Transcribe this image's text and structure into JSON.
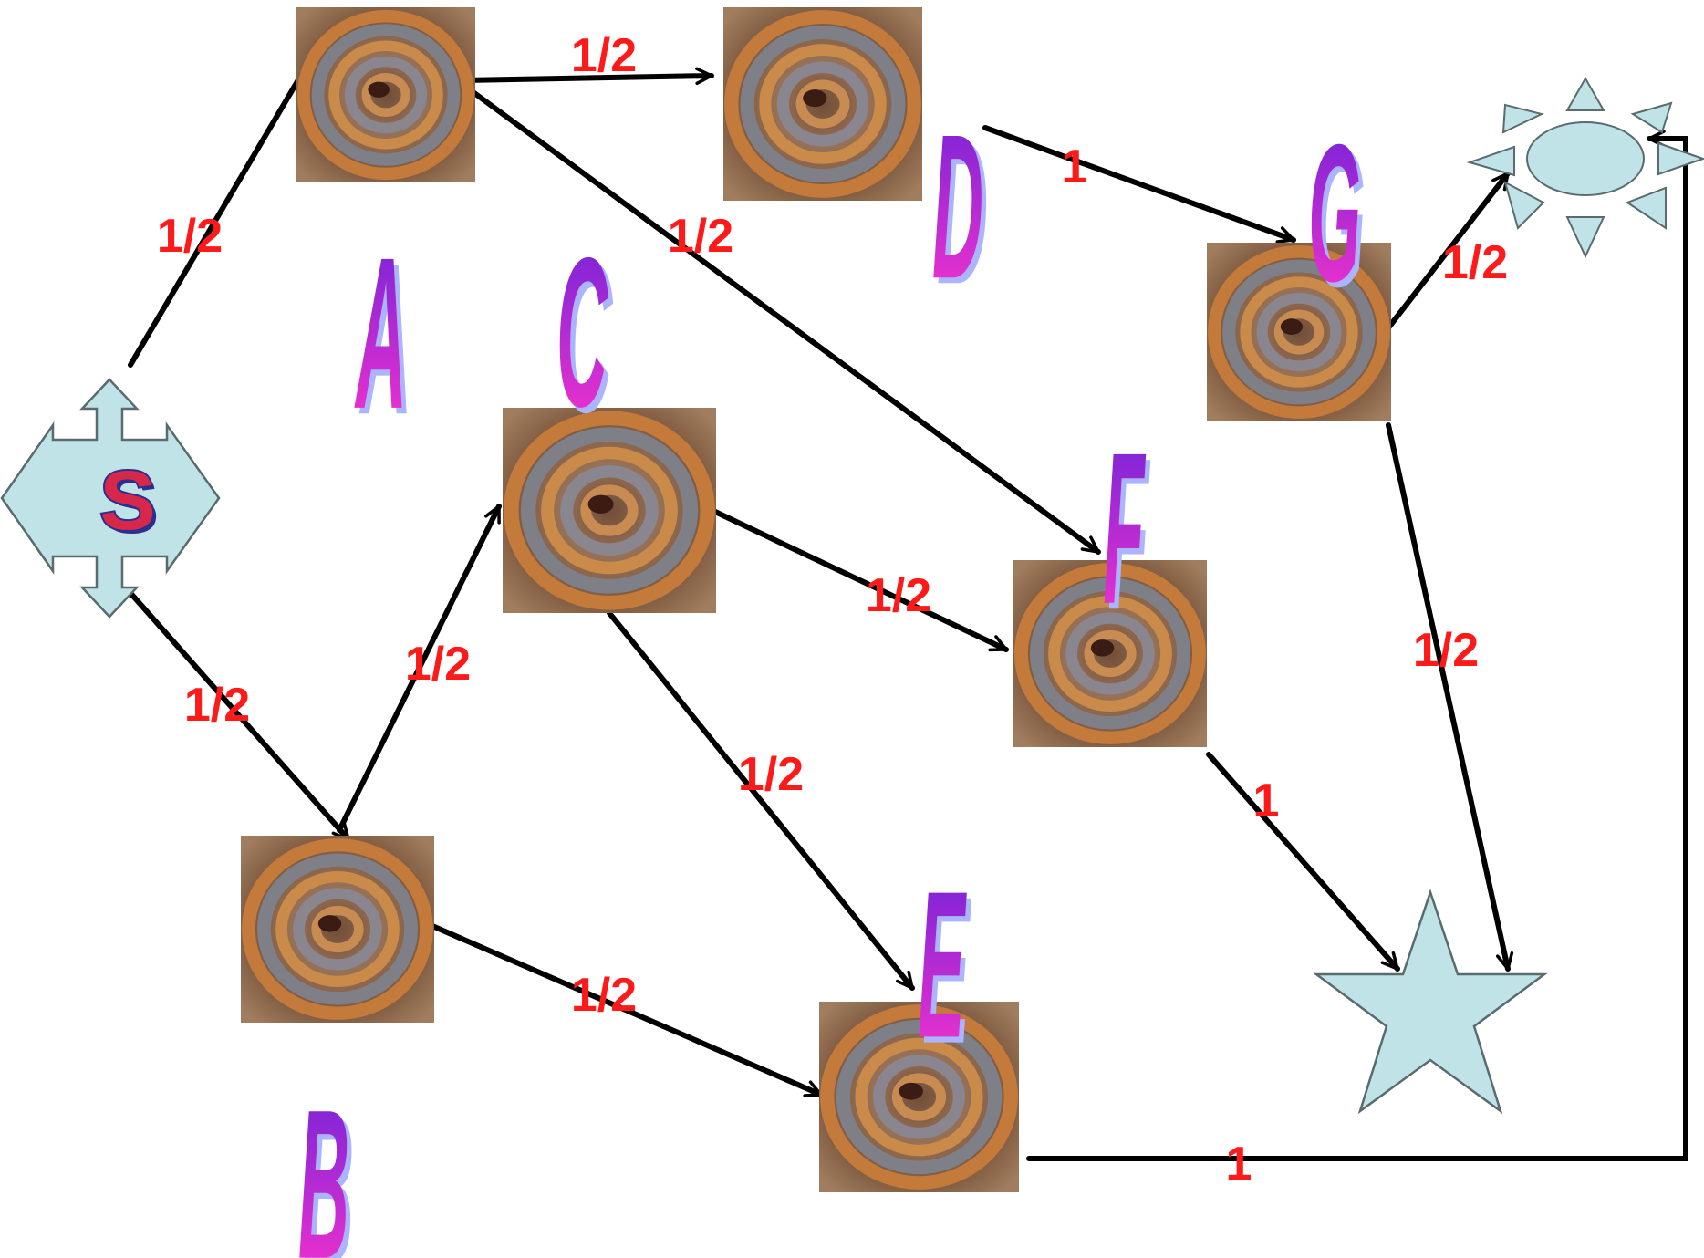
{
  "start_label": "S",
  "nodes": [
    {
      "id": "A",
      "label": "A"
    },
    {
      "id": "B",
      "label": "B"
    },
    {
      "id": "C",
      "label": "C"
    },
    {
      "id": "D",
      "label": "D"
    },
    {
      "id": "E",
      "label": "E"
    },
    {
      "id": "F",
      "label": "F"
    },
    {
      "id": "G",
      "label": "G"
    }
  ],
  "edges": [
    {
      "from": "S",
      "to": "A",
      "label": "1/2"
    },
    {
      "from": "S",
      "to": "B",
      "label": "1/2"
    },
    {
      "from": "A",
      "to": "D",
      "label": "1/2"
    },
    {
      "from": "A",
      "to": "F",
      "label": "1/2"
    },
    {
      "from": "B",
      "to": "C",
      "label": "1/2"
    },
    {
      "from": "B",
      "to": "E",
      "label": "1/2"
    },
    {
      "from": "C",
      "to": "F",
      "label": "1/2"
    },
    {
      "from": "C",
      "to": "E",
      "label": "1/2"
    },
    {
      "from": "D",
      "to": "G",
      "label": "1"
    },
    {
      "from": "G",
      "to": "sun",
      "label": "1/2"
    },
    {
      "from": "G",
      "to": "star",
      "label": "1/2"
    },
    {
      "from": "F",
      "to": "star",
      "label": "1"
    },
    {
      "from": "E",
      "to": "sun",
      "label": "1"
    }
  ],
  "terminals": [
    {
      "id": "sun",
      "icon": "sun-icon"
    },
    {
      "id": "star",
      "icon": "star-icon"
    }
  ],
  "colors": {
    "edge_label": "#ff1a1a",
    "shape_fill": "#bfe3e6",
    "letter_light": "#ff33cc",
    "letter_dark": "#7a1fd6",
    "letter_shadow": "#aab4ff",
    "s_fill": "#d8284a",
    "s_outline": "#2b2f8f"
  }
}
